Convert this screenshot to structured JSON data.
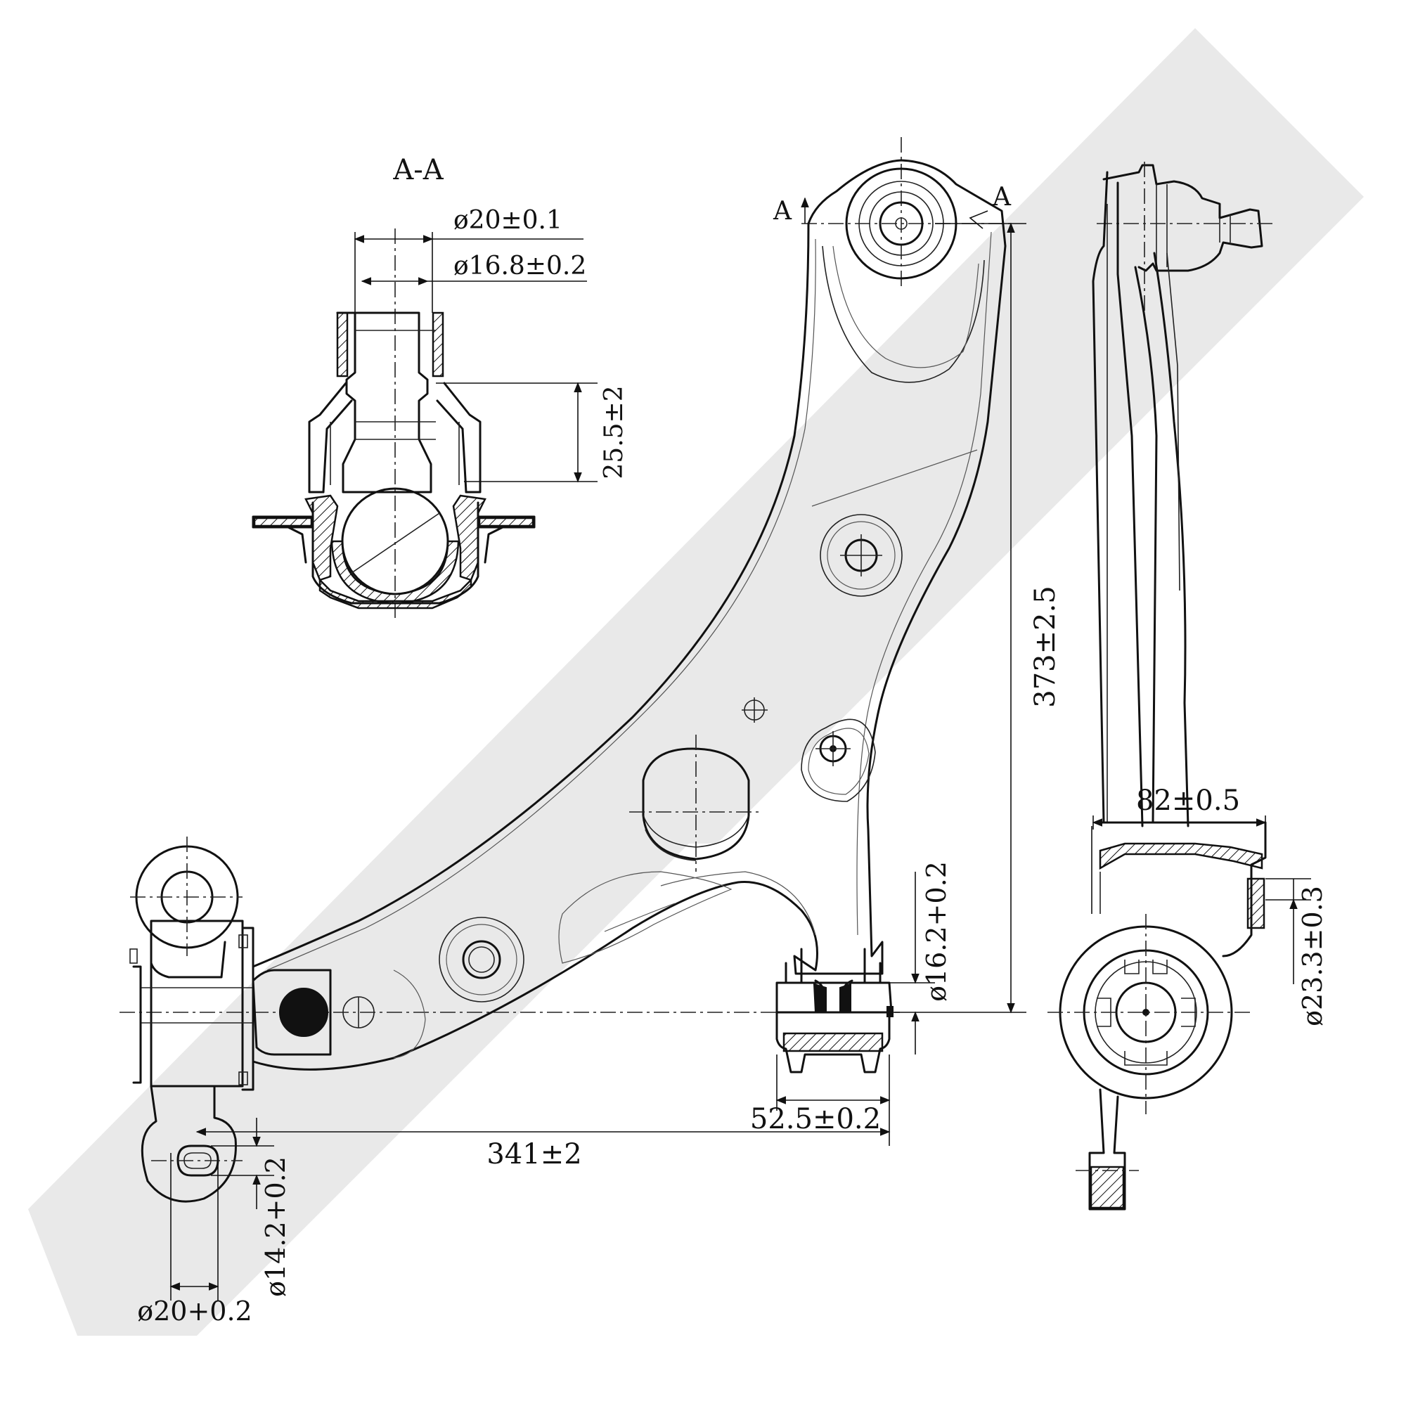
{
  "section_label": "A-A",
  "section_marker": "A",
  "dimensions": {
    "ball_stud_outer_diameter": "ø20±0.1",
    "ball_stud_inner_diameter": "ø16.8±0.2",
    "ball_joint_height": "25.5±2",
    "overall_height": "373±2.5",
    "rear_bushing_bore": "ø16.2+0.2",
    "rear_bushing_width": "52.5±0.2",
    "length_between_mounts": "341±2",
    "front_mount_bore": "ø14.2+0.2",
    "front_mount_outer": "ø20+0.2",
    "side_width": "82±0.5",
    "side_bushing_bore": "ø23.3±0.3"
  },
  "colors": {
    "line": "#111111",
    "watermark": "#e9e9e9",
    "background": "#ffffff"
  }
}
